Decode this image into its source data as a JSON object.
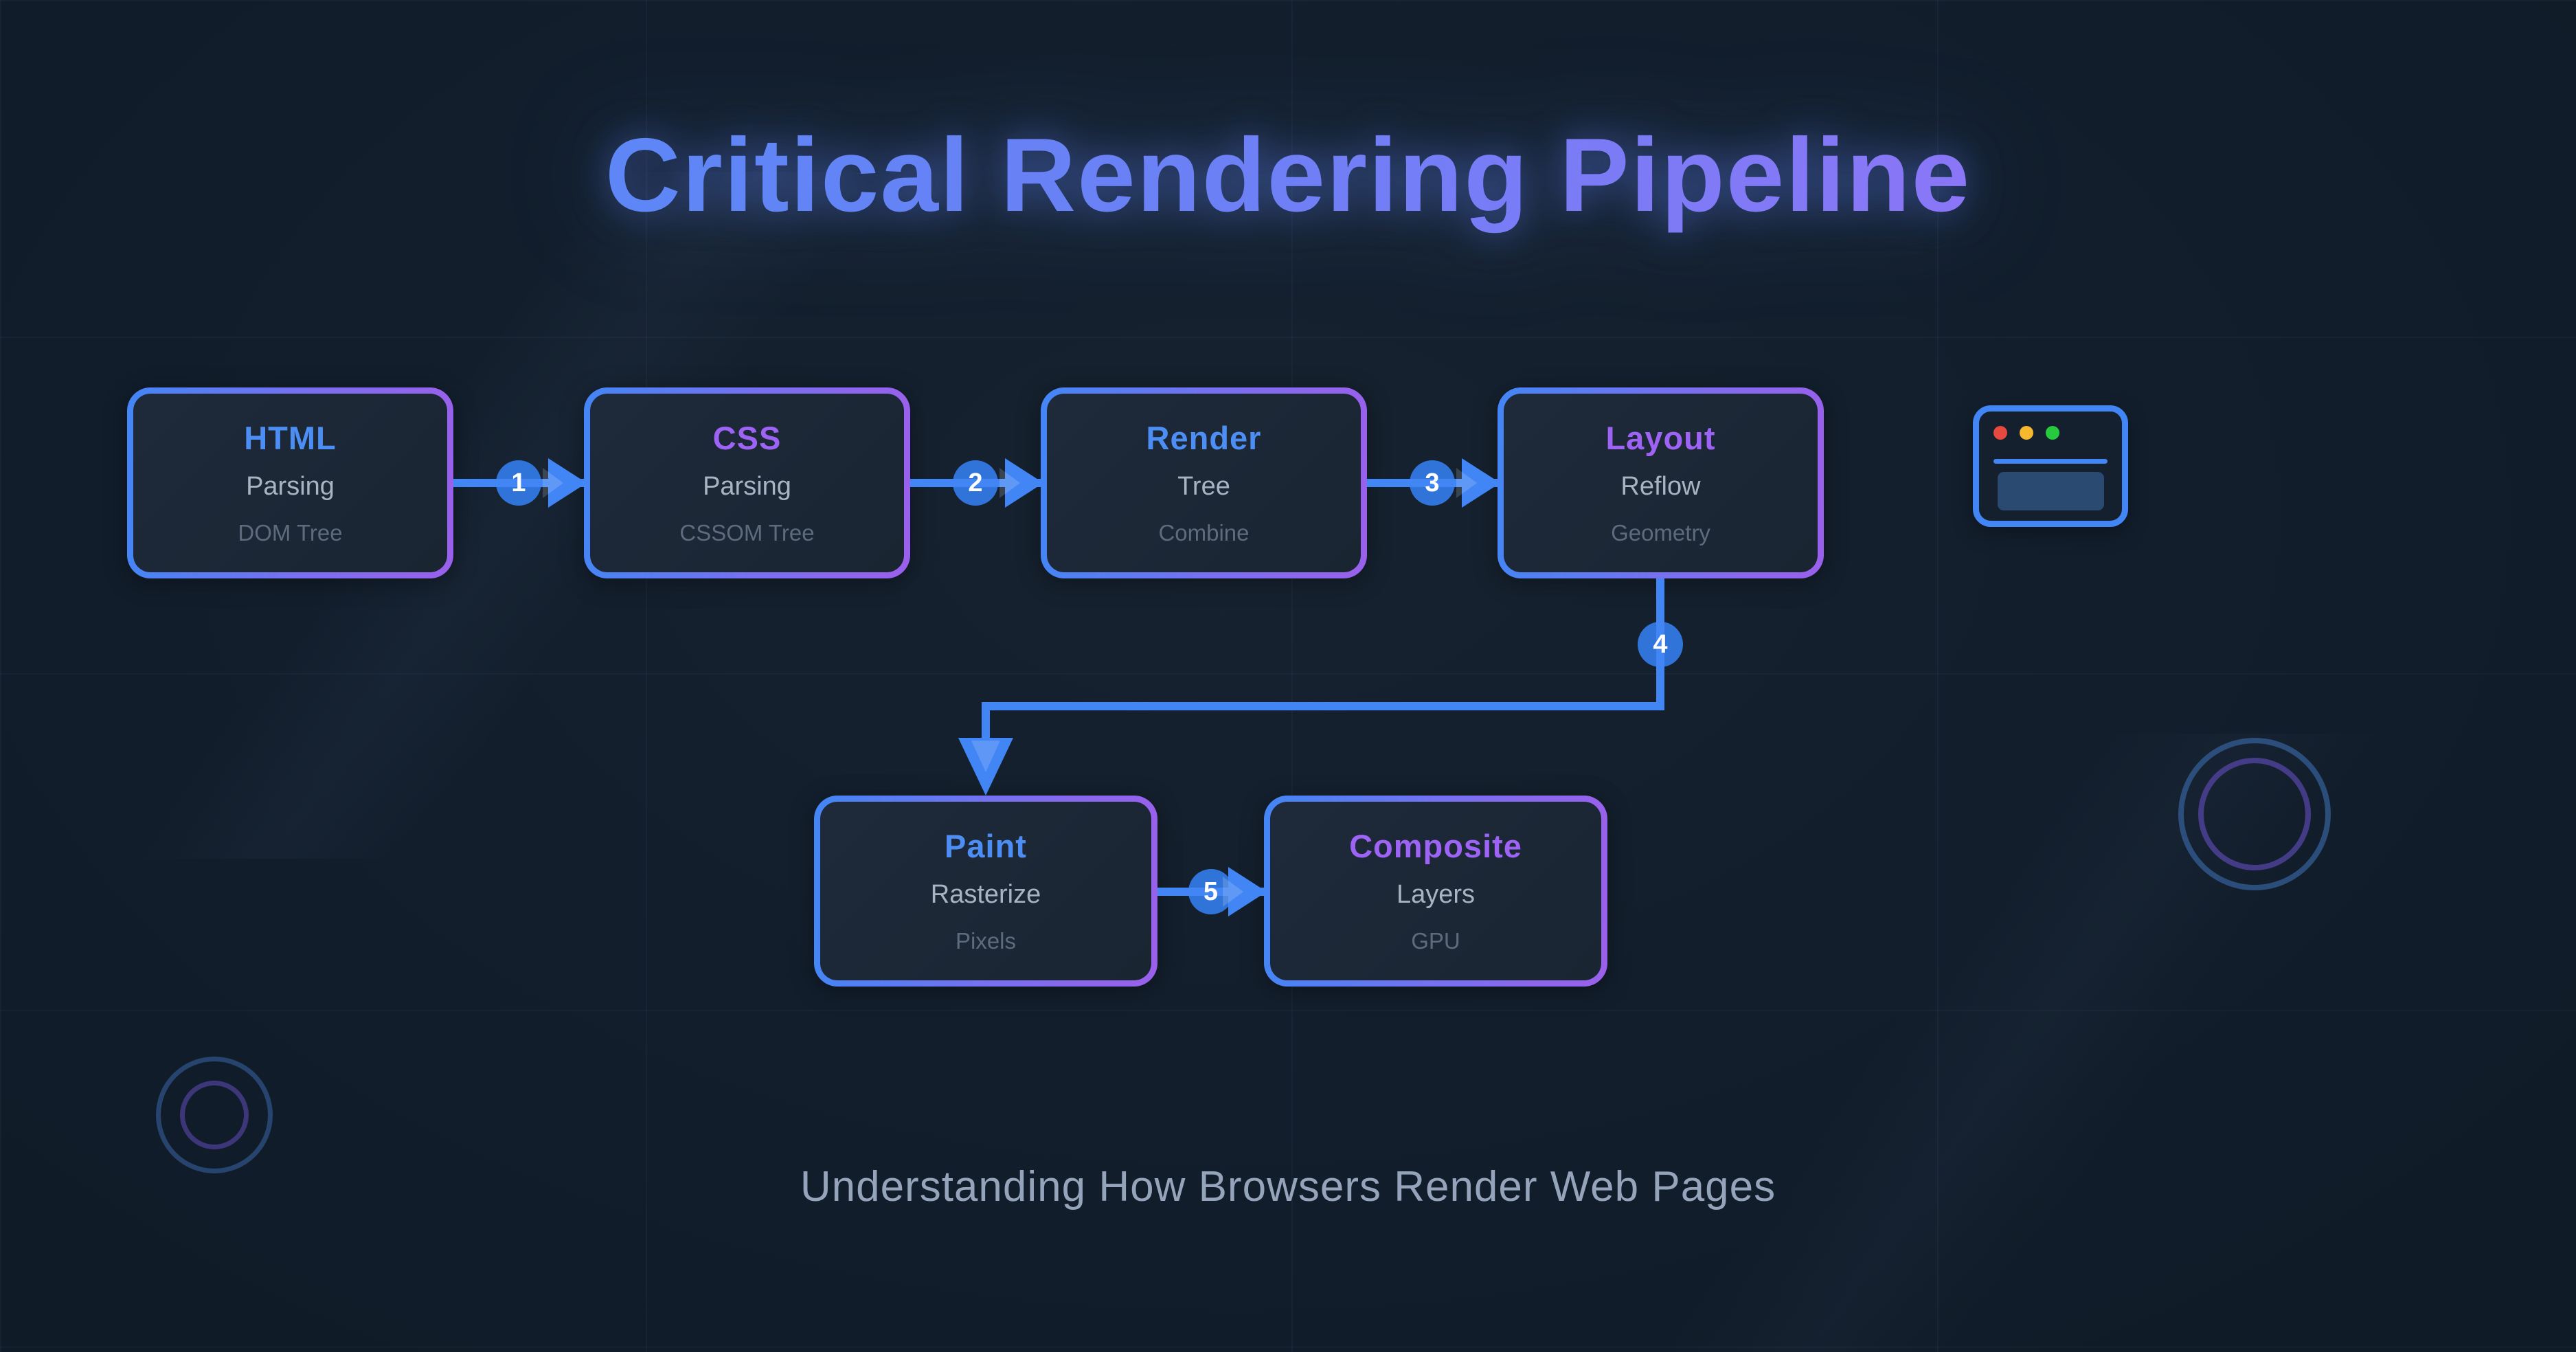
{
  "title": "Critical Rendering Pipeline",
  "subtitle": "Understanding How Browsers Render Web Pages",
  "stages": [
    {
      "id": "html",
      "title": "HTML",
      "subtitle": "Parsing",
      "detail": "DOM Tree",
      "accent": "blue"
    },
    {
      "id": "css",
      "title": "CSS",
      "subtitle": "Parsing",
      "detail": "CSSOM Tree",
      "accent": "purple"
    },
    {
      "id": "render",
      "title": "Render",
      "subtitle": "Tree",
      "detail": "Combine",
      "accent": "blue"
    },
    {
      "id": "layout",
      "title": "Layout",
      "subtitle": "Reflow",
      "detail": "Geometry",
      "accent": "purple"
    },
    {
      "id": "paint",
      "title": "Paint",
      "subtitle": "Rasterize",
      "detail": "Pixels",
      "accent": "blue"
    },
    {
      "id": "composite",
      "title": "Composite",
      "subtitle": "Layers",
      "detail": "GPU",
      "accent": "purple"
    }
  ],
  "connectors": [
    "1",
    "2",
    "3",
    "4",
    "5"
  ],
  "colors": {
    "background": "#121e2c",
    "box_fill": "#1c2938",
    "border_gradient_start": "#4386f5",
    "border_gradient_end": "#9a60ec",
    "accent_blue": "#4d8ef5",
    "accent_purple": "#9c63f4",
    "connector_blue": "#4285f5",
    "connector_circle": "#3174d9",
    "text_secondary": "#a9b4c3",
    "text_tertiary": "#5d6b7d",
    "subtitle_text": "#95a4ba",
    "traffic_red": "#e5493f",
    "traffic_yellow": "#f5b82e",
    "traffic_green": "#27c93f"
  }
}
